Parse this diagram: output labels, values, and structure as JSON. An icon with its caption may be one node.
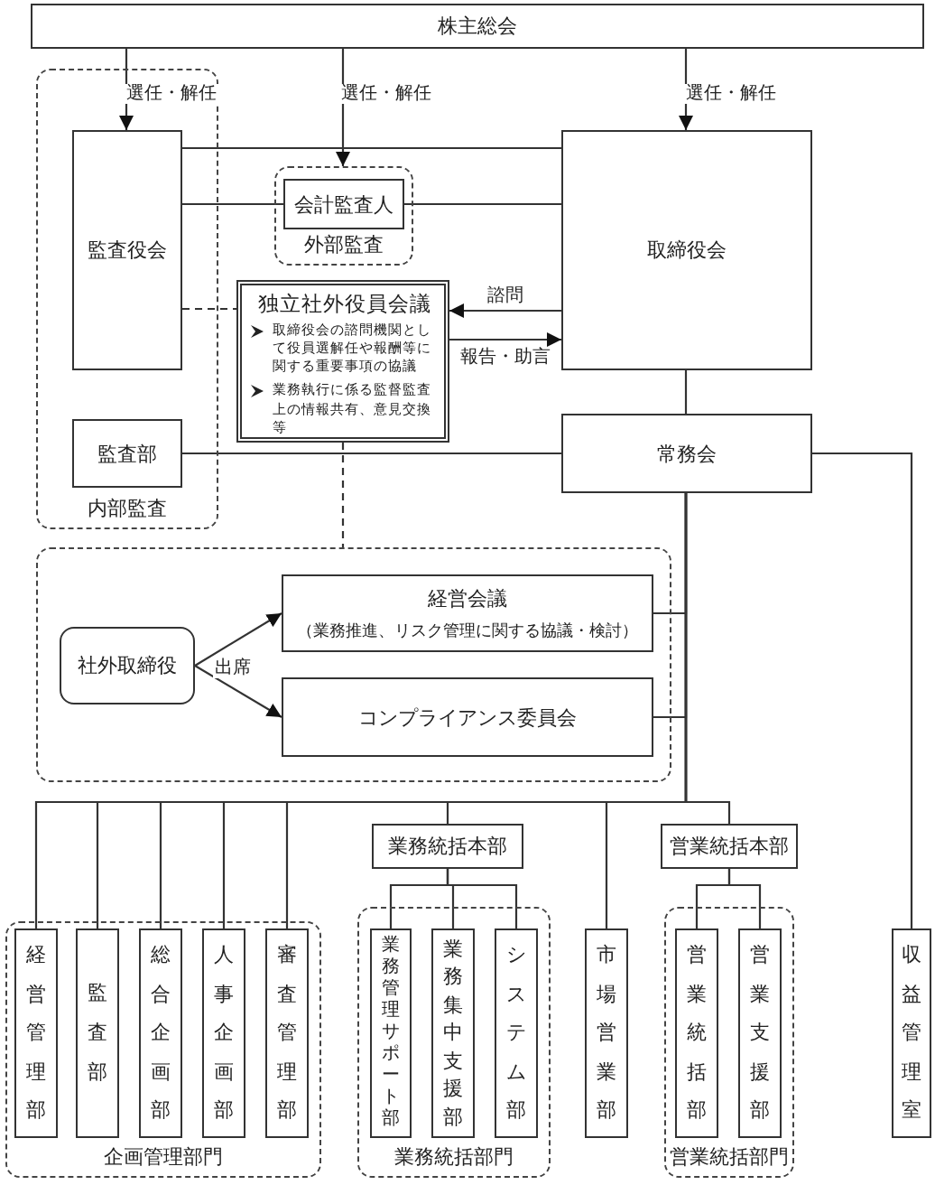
{
  "diagram": {
    "nodes": [
      {
        "text": [
          "株主総会"
        ]
      },
      {
        "text": [
          "内部監査"
        ]
      },
      {
        "text": [
          "監査役会"
        ],
        "in": 1
      },
      {
        "text": [
          "監査部"
        ],
        "in": 1
      },
      {
        "text": [
          "外部監査"
        ]
      },
      {
        "text": [
          "会計監査人"
        ],
        "in": 4
      },
      {
        "text": [
          "取締役会"
        ]
      },
      {
        "text": [
          "独立社外役員会議",
          "取締役会の諮問機関として役員選解任や報酬等に関する重要事項の協議",
          "業務執行に係る監督監査上の情報共有、意見交換等"
        ]
      },
      {
        "text": [
          "常務会"
        ]
      },
      {
        "text": [],
        "shape": "box"
      },
      {
        "text": [
          "社外取締役"
        ],
        "in": 9
      },
      {
        "text": [
          "経営会議",
          "（業務推進、リスク管理に関する協議・検討）"
        ],
        "in": 9
      },
      {
        "text": [
          "コンプライアンス委員会"
        ],
        "in": 9
      },
      {
        "text": [
          "企画管理部門"
        ]
      },
      {
        "text": [
          "経営管理部"
        ],
        "in": 13
      },
      {
        "text": [
          "監査部"
        ],
        "in": 13
      },
      {
        "text": [
          "総合企画部"
        ],
        "in": 13
      },
      {
        "text": [
          "人事企画部"
        ],
        "in": 13
      },
      {
        "text": [
          "審査管理部"
        ],
        "in": 13
      },
      {
        "text": [
          "業務統括本部"
        ]
      },
      {
        "text": [
          "業務統括部門"
        ]
      },
      {
        "text": [
          "業務管理サポート部"
        ],
        "in": 20
      },
      {
        "text": [
          "業務集中支援部"
        ],
        "in": 20
      },
      {
        "text": [
          "システム部"
        ],
        "in": 20
      },
      {
        "text": [
          "市場営業部"
        ]
      },
      {
        "text": [
          "営業統括本部"
        ]
      },
      {
        "text": [
          "営業統括部門"
        ]
      },
      {
        "text": [
          "営業統括部"
        ],
        "in": 26
      },
      {
        "text": [
          "営業支援部"
        ],
        "in": 26
      },
      {
        "text": [
          "収益管理室"
        ]
      }
    ],
    "edges": [
      {
        "from": 0,
        "to": 2,
        "arrow": "to",
        "label": "選任・解任"
      },
      {
        "from": 0,
        "to": 4,
        "arrow": "to",
        "label": "選任・解任"
      },
      {
        "from": 0,
        "to": 6,
        "arrow": "to",
        "label": "選任・解任"
      },
      {
        "from": 2,
        "to": 6,
        "arrow": "none"
      },
      {
        "from": 2,
        "to": 5,
        "arrow": "none"
      },
      {
        "from": 5,
        "to": 6,
        "arrow": "none"
      },
      {
        "from": 2,
        "to": 7,
        "arrow": "none",
        "style": "dashed"
      },
      {
        "from": 6,
        "to": 7,
        "arrow": "to",
        "label": "諮問"
      },
      {
        "from": 7,
        "to": 6,
        "arrow": "to",
        "label": "報告・助言"
      },
      {
        "from": 6,
        "to": 8,
        "arrow": "none"
      },
      {
        "from": 3,
        "to": 8,
        "arrow": "none"
      },
      {
        "from": 7,
        "to": 9,
        "arrow": "none",
        "style": "dashed"
      },
      {
        "from": 10,
        "to": 11,
        "arrow": "to",
        "label": "出席"
      },
      {
        "from": 10,
        "to": 12,
        "arrow": "to"
      },
      {
        "from": 8,
        "to": 11,
        "arrow": "none"
      },
      {
        "from": 8,
        "to": 12,
        "arrow": "none"
      },
      {
        "from": 8,
        "to": 29,
        "arrow": "none"
      },
      {
        "from": 8,
        "to": 14,
        "arrow": "none"
      },
      {
        "from": 8,
        "to": 15,
        "arrow": "none"
      },
      {
        "from": 8,
        "to": 16,
        "arrow": "none"
      },
      {
        "from": 8,
        "to": 17,
        "arrow": "none"
      },
      {
        "from": 8,
        "to": 18,
        "arrow": "none"
      },
      {
        "from": 8,
        "to": 19,
        "arrow": "none"
      },
      {
        "from": 8,
        "to": 24,
        "arrow": "none"
      },
      {
        "from": 8,
        "to": 25,
        "arrow": "none"
      },
      {
        "from": 19,
        "to": 21,
        "arrow": "none"
      },
      {
        "from": 19,
        "to": 22,
        "arrow": "none"
      },
      {
        "from": 19,
        "to": 23,
        "arrow": "none"
      },
      {
        "from": 25,
        "to": 27,
        "arrow": "none"
      },
      {
        "from": 25,
        "to": 28,
        "arrow": "none"
      }
    ]
  }
}
